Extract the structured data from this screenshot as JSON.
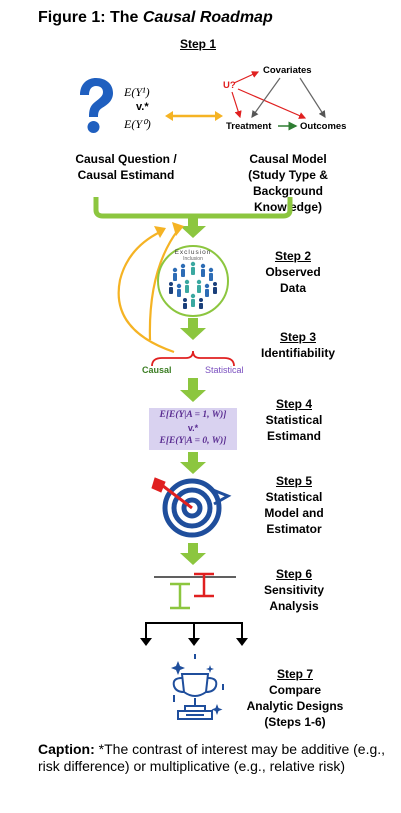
{
  "figure": {
    "title_prefix": "Figure 1: The ",
    "title_italic": "Causal Roadmap"
  },
  "step1": {
    "heading": "Step 1",
    "estimand_top": "E(Y¹)",
    "estimand_vs": "v.*",
    "estimand_bottom": "E(Y⁰)",
    "question_label_line1": "Causal Question /",
    "question_label_line2": "Causal Estimand",
    "model_label_line1": "Causal Model",
    "model_label_line2": "(Study Type &",
    "model_label_line3": "Background Knowledge)",
    "dag": {
      "u": "U?",
      "covariates": "Covariates",
      "treatment": "Treatment",
      "outcomes": "Outcomes"
    }
  },
  "step2": {
    "heading": "Step 2",
    "line1": "Observed",
    "line2": "Data",
    "circle_top": "Exclusion",
    "circle_inner": "Inclusion"
  },
  "step3": {
    "heading": "Step 3",
    "line1": "Identifiability",
    "brace_left": "Causal",
    "brace_right": "Statistical"
  },
  "step4": {
    "heading": "Step 4",
    "line1": "Statistical",
    "line2": "Estimand",
    "formula_top": "E[E(Y|A = 1, W)]",
    "formula_vs": "v.*",
    "formula_bottom": "E[E(Y|A = 0, W)]"
  },
  "step5": {
    "heading": "Step 5",
    "line1": "Statistical",
    "line2": "Model and",
    "line3": "Estimator"
  },
  "step6": {
    "heading": "Step 6",
    "line1": "Sensitivity",
    "line2": "Analysis"
  },
  "step7": {
    "heading": "Step 7",
    "line1": "Compare",
    "line2": "Analytic Designs",
    "line3": "(Steps 1-6)"
  },
  "caption": {
    "label": "Caption:",
    "text": " *The contrast of interest may be additive (e.g., risk difference) or multiplicative (e.g., relative risk)"
  },
  "colors": {
    "green_arrow": "#8cc63f",
    "yellow_arrow": "#f5b324",
    "red": "#e02020",
    "dag_green": "#2e7d32",
    "blue_icon": "#1f4e9c",
    "formula_bg": "#d9d2f0",
    "formula_text": "#5a2d91",
    "causal_green": "#3b7d23",
    "statistical_purple": "#7a4fbf",
    "sens_green": "#8cc63f",
    "sens_red": "#e02020"
  }
}
